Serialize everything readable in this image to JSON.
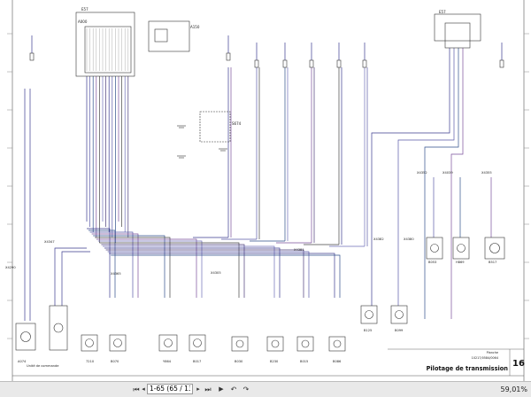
{
  "sheet": {
    "title": "Pilotage de transmission",
    "page_number": "16",
    "doc_label": "Planche",
    "doc_code": "10217/0584/0064",
    "caption_left": "Unité de commande",
    "components": [
      "A074",
      "7210",
      "B070",
      "Y864",
      "B017",
      "B030",
      "B230",
      "B015",
      "B086",
      "B125",
      "B099",
      "B053",
      "H869",
      "B517"
    ],
    "connectors": [
      "X4290",
      "X4347",
      "X4365",
      "X4305",
      "X4381",
      "X4382",
      "X4380",
      "X4352",
      "X4039",
      "X4355"
    ],
    "modules": [
      "E57",
      "A000",
      "A150",
      "S674"
    ]
  },
  "toolbar": {
    "page_value": "1-65 (65 / 136)",
    "zoom": "59,01%",
    "icons": [
      "first-page-icon",
      "prev-page-icon",
      "next-page-icon",
      "last-page-icon",
      "play-icon",
      "back-icon",
      "forward-icon"
    ]
  }
}
